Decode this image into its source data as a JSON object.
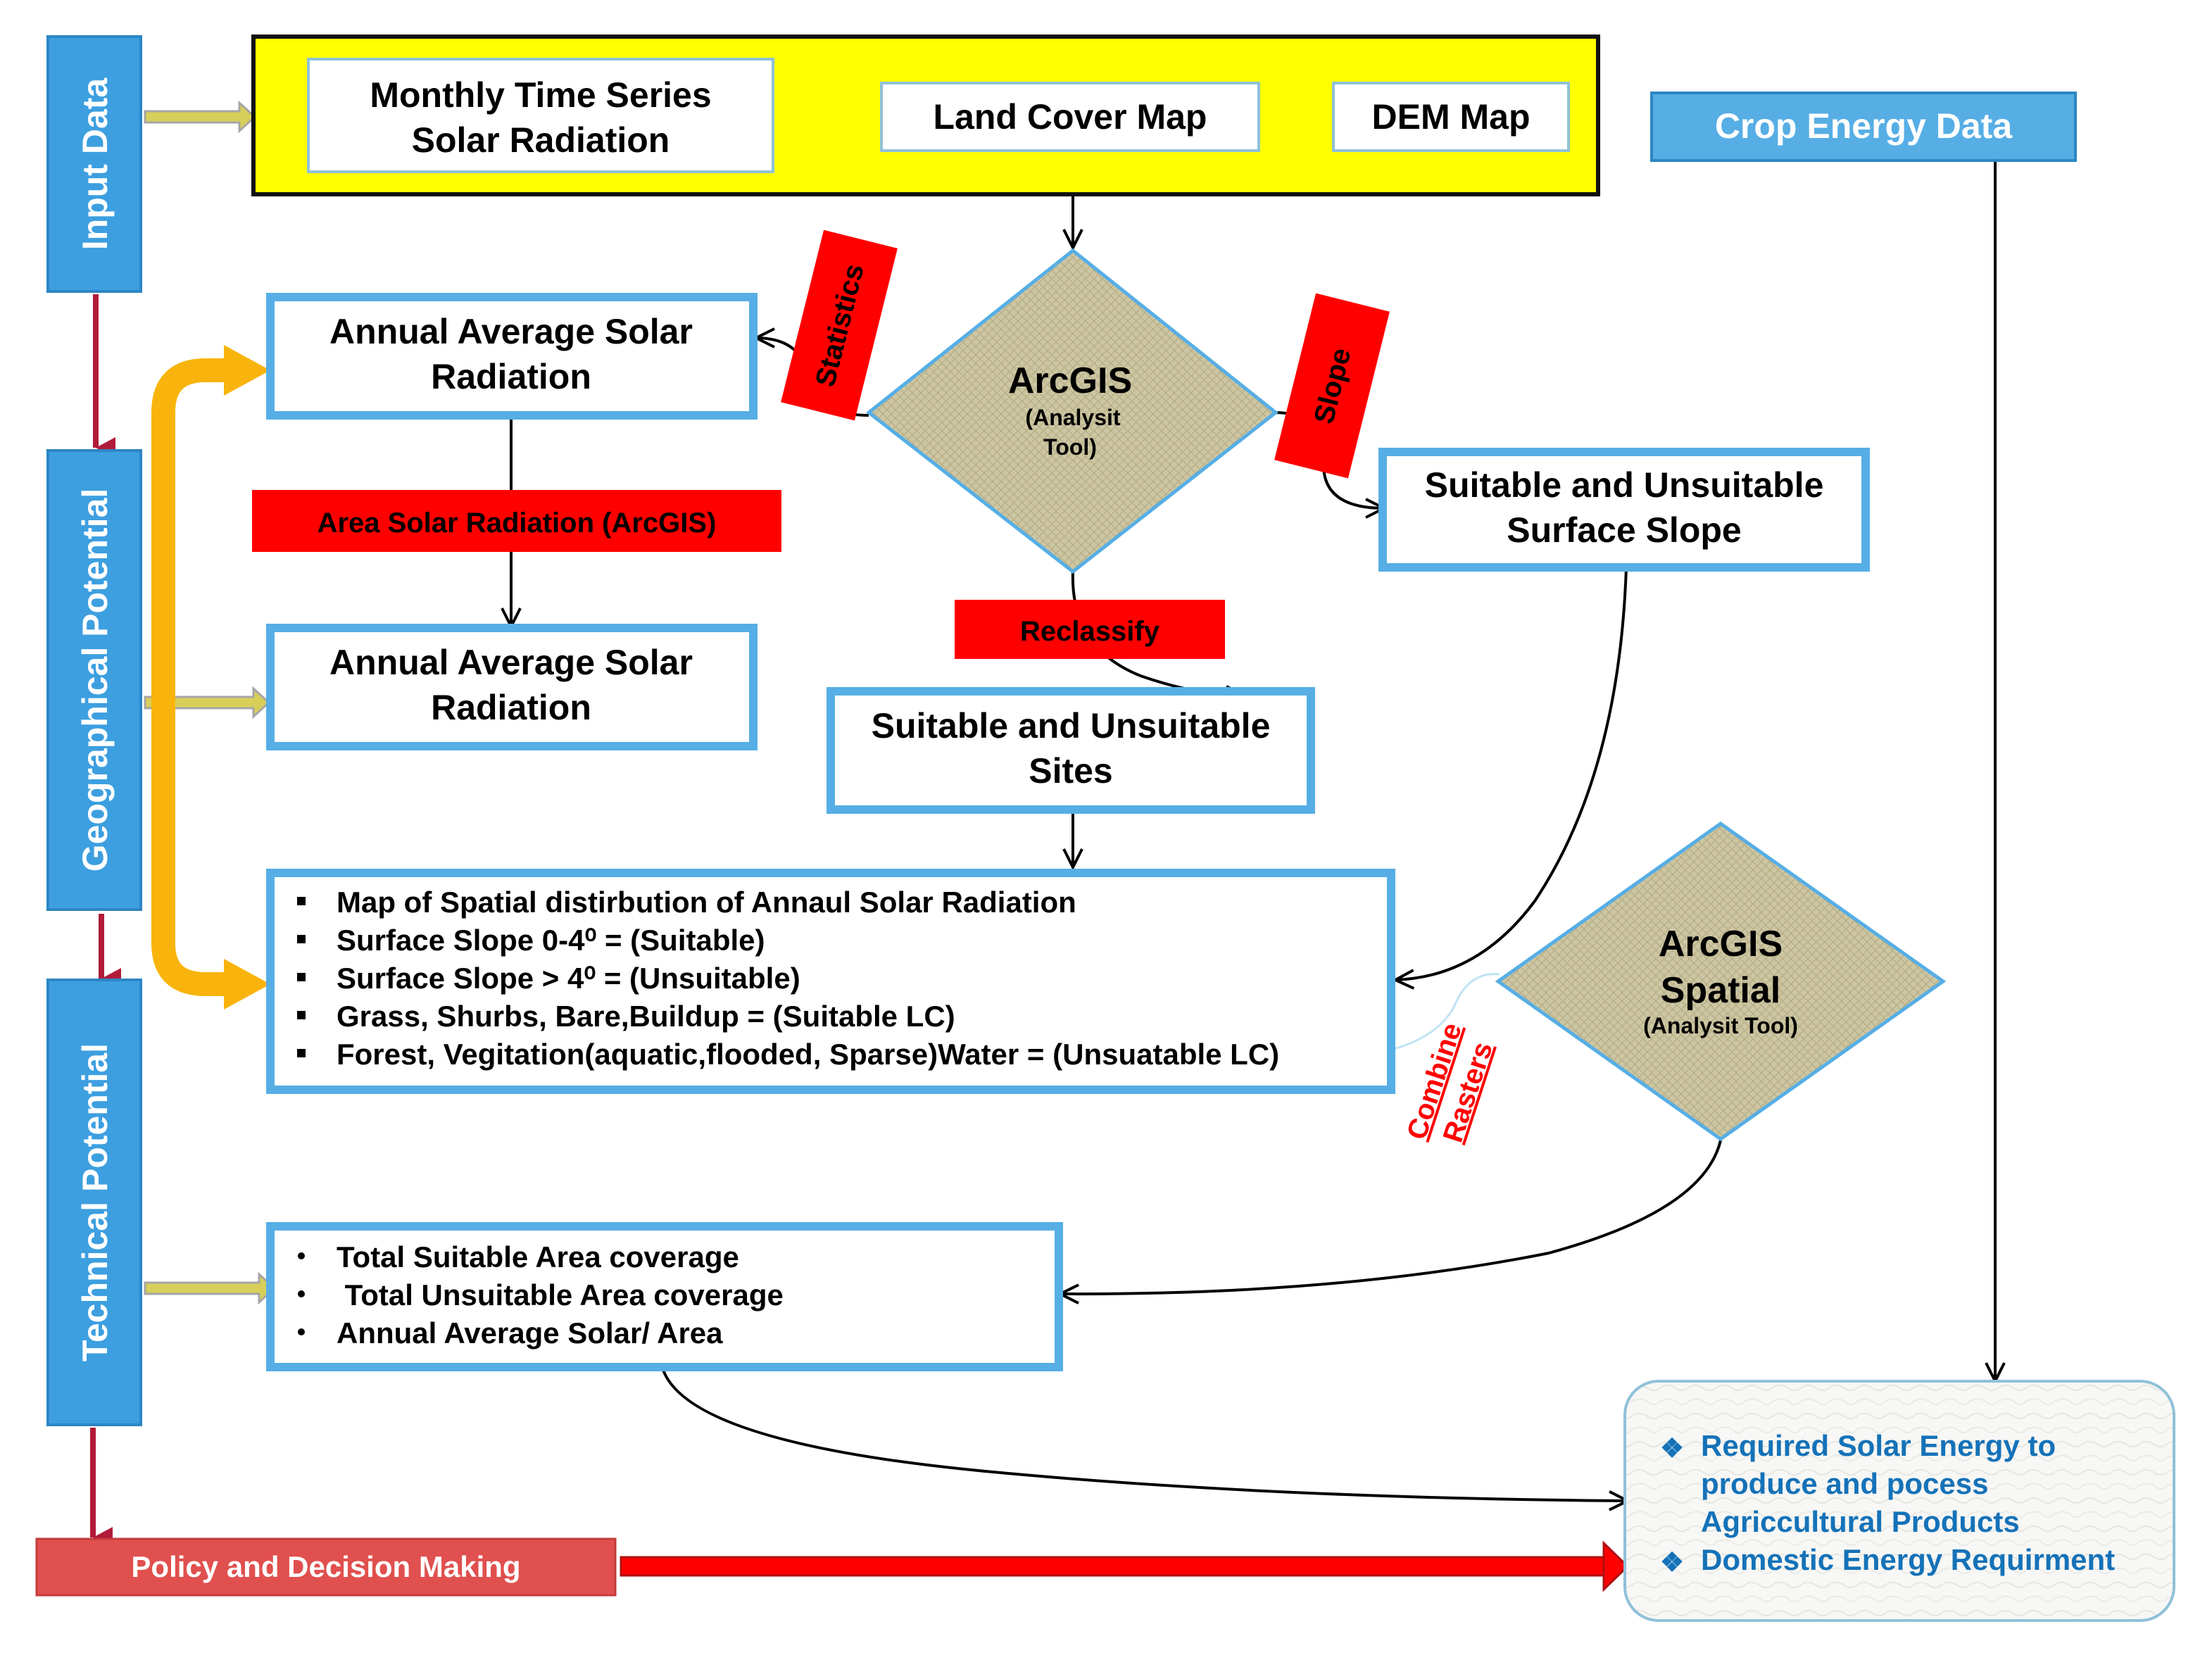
{
  "side_labels": {
    "input": "Input Data",
    "geographical": "Geographical Potential",
    "technical": "Technical Potential"
  },
  "inputs": {
    "monthly_line1": "Monthly Time Series",
    "monthly_line2": "Solar Radiation",
    "land_cover": "Land Cover Map",
    "dem": "DEM Map"
  },
  "crop_energy": "Crop Energy Data",
  "arcgis_tool": {
    "title": "ArcGIS",
    "sub_line1": "(Analysit",
    "sub_line2": "Tool)"
  },
  "arcgis_spatial": {
    "title_line1": "ArcGIS",
    "title_line2": "Spatial",
    "sub": "(Analysit  Tool)"
  },
  "red_labels": {
    "statistics": "Statistics",
    "slope": "Slope",
    "area_solar": "Area Solar Radiation (ArcGIS)",
    "reclassify": "Reclassify",
    "combine_line1": "Combine",
    "combine_line2": "Rasters"
  },
  "boxes": {
    "annual1_line1": "Annual Average Solar",
    "annual1_line2": "Radiation",
    "annual2_line1": "Annual Average Solar",
    "annual2_line2": "Radiation",
    "sites_line1": "Suitable and Unsuitable",
    "sites_line2": "Sites",
    "slope_line1": "Suitable and Unsuitable",
    "slope_line2": "Surface Slope"
  },
  "spatial_list": [
    "Map of Spatial distirbution of Annaul Solar Radiation",
    "Surface Slope 0-4⁰ = (Suitable)",
    "Surface Slope > 4⁰ = (Unsuitable)",
    "Grass, Shurbs, Bare,Buildup = (Suitable LC)",
    "Forest,  Vegitation(aquatic,flooded,  Sparse)Water = (Unsuatable LC)"
  ],
  "technical_list": [
    "Total Suitable Area coverage",
    " Total Unsuitable Area coverage",
    "Annual Average Solar/ Area"
  ],
  "policy": "Policy and Decision Making",
  "requirements": [
    "Required Solar Energy to",
    "produce and pocess",
    "Agriccultural Products",
    "Domestic Energy Requirment"
  ],
  "colors": {
    "side_blue": "#3d9fe0",
    "box_border": "#56aee5",
    "input_yellow": "#ffff00",
    "label_red": "#ff0000",
    "policy_red": "#e0504e",
    "flow_orange": "#f8b40c",
    "diamond_fill": "#cfc8a4",
    "req_text": "#1572b8"
  }
}
